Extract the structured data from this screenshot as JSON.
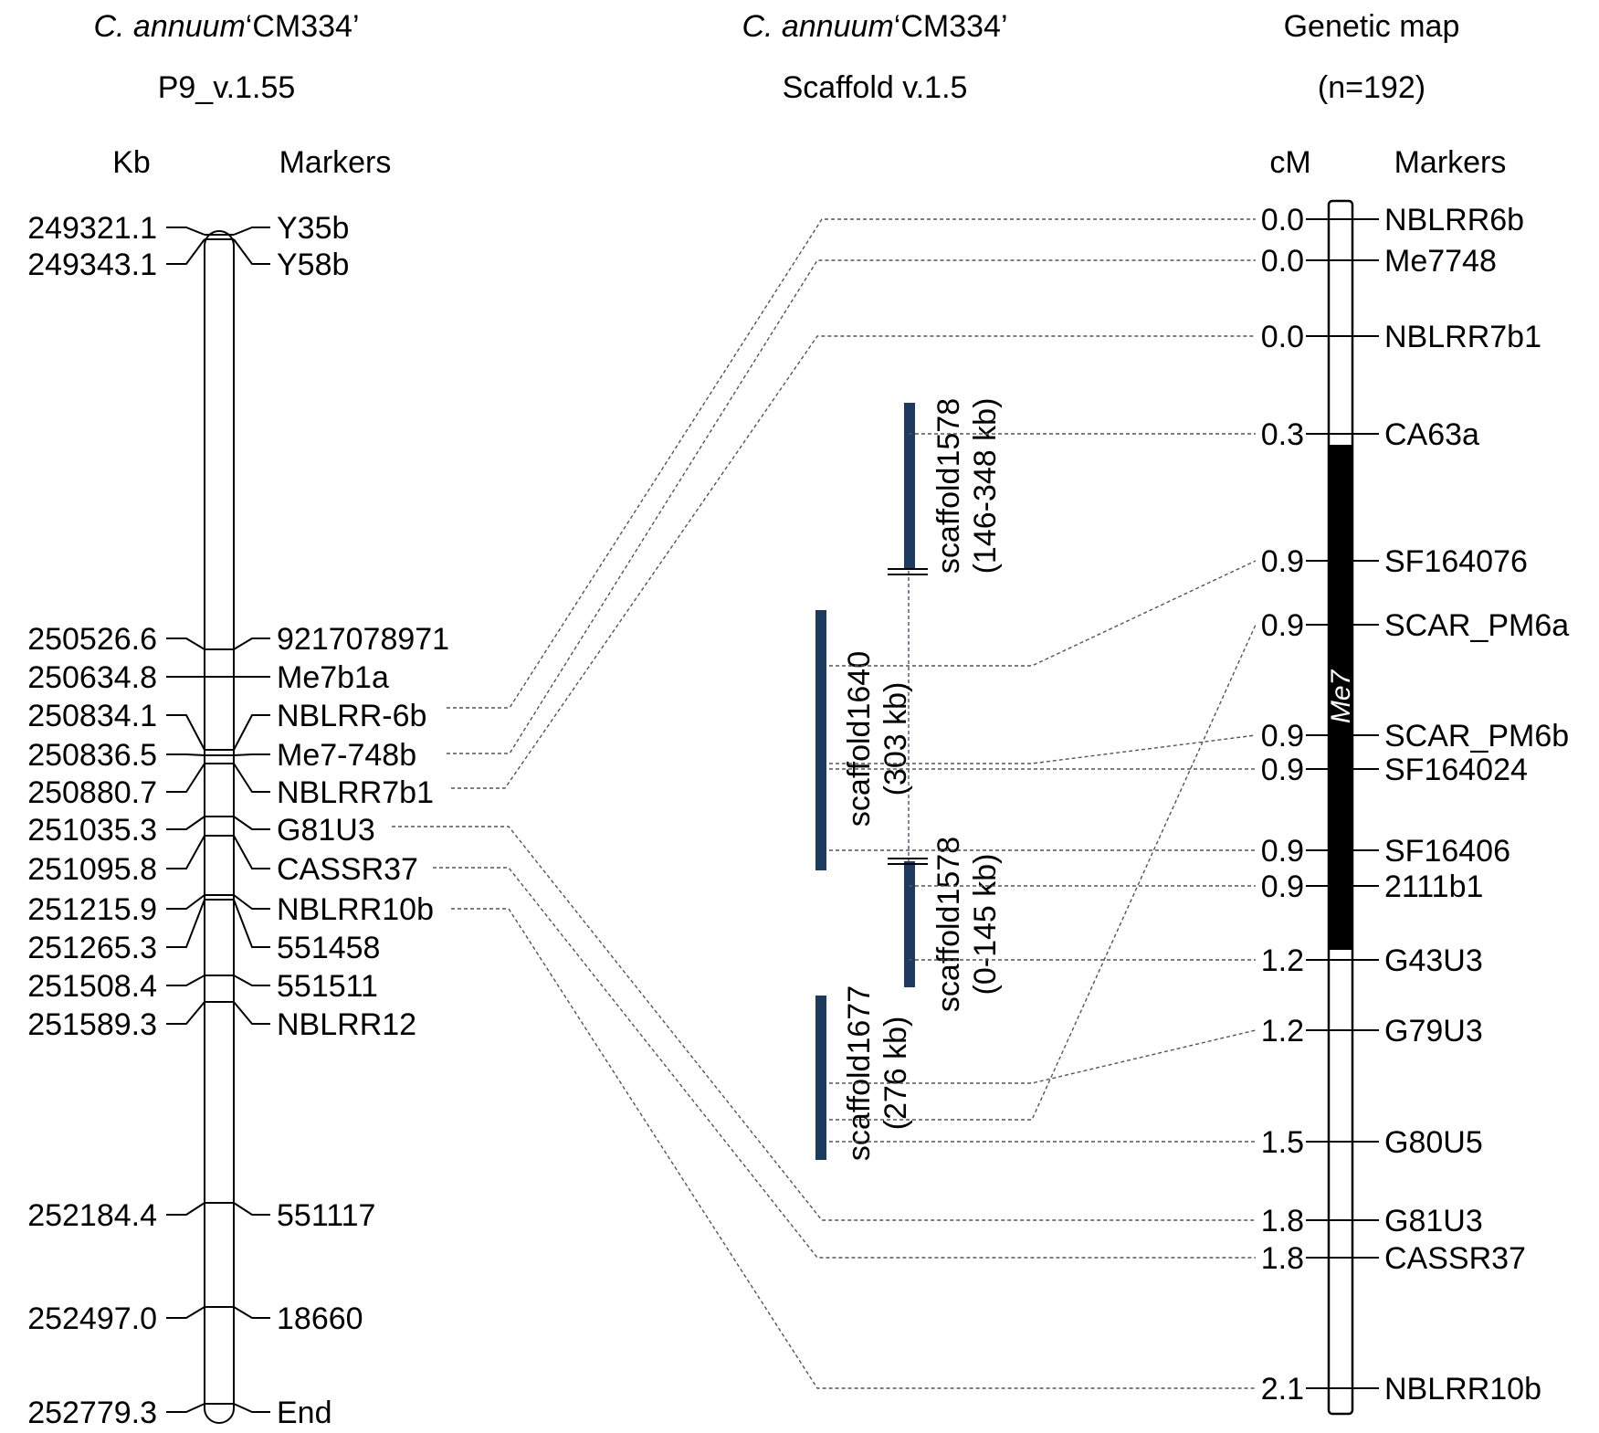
{
  "headers": {
    "left_title": "C. annuum",
    "left_title_suffix": "‘CM334’",
    "left_subtitle": "P9_v.1.55",
    "mid_title": "C. annuum",
    "mid_title_suffix": "‘CM334’",
    "mid_subtitle": "Scaffold v.1.5",
    "right_title": "Genetic map",
    "right_subtitle": "(n=192)"
  },
  "column_labels": {
    "kb": "Kb",
    "phys_markers": "Markers",
    "cm": "cM",
    "gen_markers": "Markers"
  },
  "physical_map": [
    {
      "kb": "249321.1",
      "marker": "Y35b"
    },
    {
      "kb": "249343.1",
      "marker": "Y58b"
    },
    {
      "kb": "250526.6",
      "marker": "9217078971"
    },
    {
      "kb": "250634.8",
      "marker": "Me7b1a"
    },
    {
      "kb": "250834.1",
      "marker": "NBLRR-6b"
    },
    {
      "kb": "250836.5",
      "marker": "Me7-748b"
    },
    {
      "kb": "250880.7",
      "marker": "NBLRR7b1"
    },
    {
      "kb": "251035.3",
      "marker": "G81U3"
    },
    {
      "kb": "251095.8",
      "marker": "CASSR37"
    },
    {
      "kb": "251215.9",
      "marker": "NBLRR10b"
    },
    {
      "kb": "251265.3",
      "marker": "551458"
    },
    {
      "kb": "251508.4",
      "marker": "551511"
    },
    {
      "kb": "251589.3",
      "marker": "NBLRR12"
    },
    {
      "kb": "252184.4",
      "marker": "551117"
    },
    {
      "kb": "252497.0",
      "marker": "18660"
    },
    {
      "kb": "252779.3",
      "marker": "End"
    }
  ],
  "genetic_map": [
    {
      "cm": "0.0",
      "marker": "NBLRR6b"
    },
    {
      "cm": "0.0",
      "marker": "Me7748"
    },
    {
      "cm": "0.0",
      "marker": "NBLRR7b1"
    },
    {
      "cm": "0.3",
      "marker": "CA63a"
    },
    {
      "cm": "0.9",
      "marker": "SF164076"
    },
    {
      "cm": "0.9",
      "marker": "SCAR_PM6a"
    },
    {
      "cm": "0.9",
      "marker": "SCAR_PM6b"
    },
    {
      "cm": "0.9",
      "marker": "SF164024"
    },
    {
      "cm": "0.9",
      "marker": "SF16406"
    },
    {
      "cm": "0.9",
      "marker": "2111b1"
    },
    {
      "cm": "1.2",
      "marker": "G43U3"
    },
    {
      "cm": "1.2",
      "marker": "G79U3"
    },
    {
      "cm": "1.5",
      "marker": "G80U5"
    },
    {
      "cm": "1.8",
      "marker": "G81U3"
    },
    {
      "cm": "1.8",
      "marker": "CASSR37"
    },
    {
      "cm": "2.1",
      "marker": "NBLRR10b"
    }
  ],
  "gene_region_label": "Me7",
  "scaffolds": [
    {
      "name": "scaffold1578",
      "range": "(146-348 kb)"
    },
    {
      "name": "scaffold1640",
      "range": "(303 kb)"
    },
    {
      "name": "scaffold1578",
      "range": "(0-145 kb)"
    },
    {
      "name": "scaffold1677",
      "range": "(276 kb)"
    }
  ],
  "colors": {
    "scaffold_bar": "#1f3a5f",
    "gene_region": "#000000",
    "connector": "#555555"
  }
}
